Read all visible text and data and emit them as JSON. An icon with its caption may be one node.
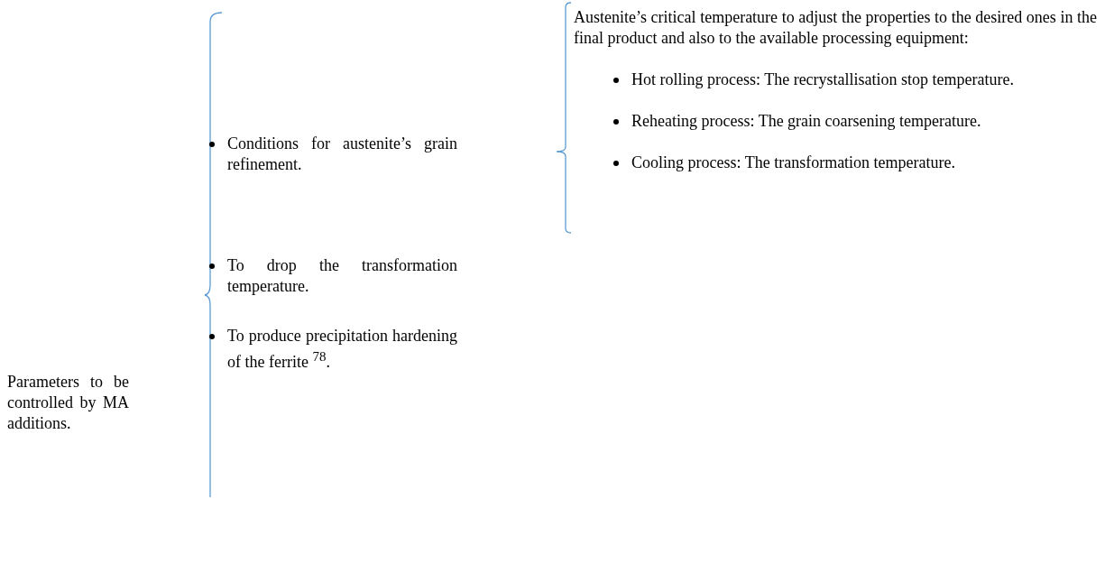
{
  "diagram": {
    "labels": [
      "Parameters to be controlled by MA additions.",
      "Conditions for austenite’s grain refinement.",
      "To drop the transformation temperature.",
      "To produce precipitation hardening of the ferrite $^{78}$.",
      "Austenite’s critical temperature to adjust the properties to the desired ones in the final product and also to the available processing equipment:",
      "Hot rolling process: The recrystallisation stop temperature.",
      "Reheating process: The grain coarsening temperature.",
      "Cooling process: The transformation temperature."
    ]
  }
}
